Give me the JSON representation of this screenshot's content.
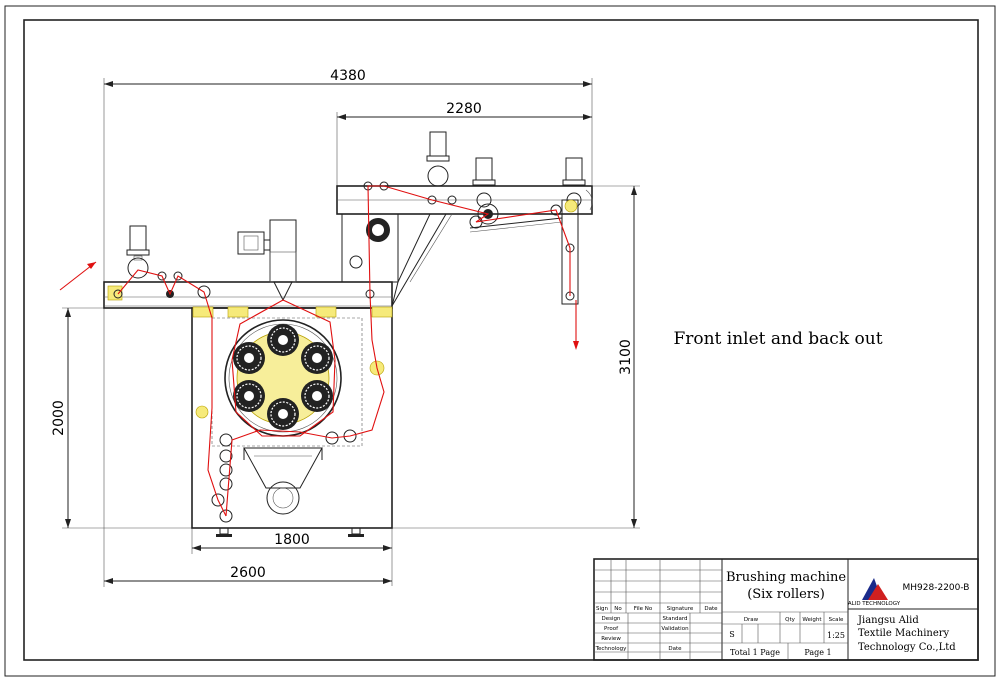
{
  "dimensions": {
    "overall_width": "4380",
    "upper_frame_width": "2280",
    "total_height": "3100",
    "lower_height": "2000",
    "body_width": "1800",
    "base_width": "2600"
  },
  "note": "Front inlet and back out",
  "title_block": {
    "title_line1": "Brushing machine",
    "title_line2": "(Six rollers)",
    "drawing_code": "MH928-2200-B",
    "company_line1": "Jiangsu Alid",
    "company_line2": "Textile Machinery",
    "company_line3": "Technology Co.,Ltd",
    "logo_caption": "ALID TECHNOLOGY",
    "header_row": [
      "Sign",
      "No",
      "File No",
      "Signature",
      "Date"
    ],
    "design_label": "Design",
    "standard_label": "Standard",
    "proof_label": "Proof",
    "validation_label": "Validation",
    "review_label": "Review",
    "technology_label": "Technology",
    "date_label": "Date",
    "draw_label": "Draw",
    "qty_label": "Qty",
    "weight_label": "Weight",
    "scale_label": "Scale",
    "s_mark": "S",
    "scale_value": "1:25",
    "total_pages": "Total 1 Page",
    "page_no": "Page 1"
  },
  "colors": {
    "line": "#222222",
    "fabric_path": "#e01010",
    "highlight": "#f6ea7a"
  }
}
